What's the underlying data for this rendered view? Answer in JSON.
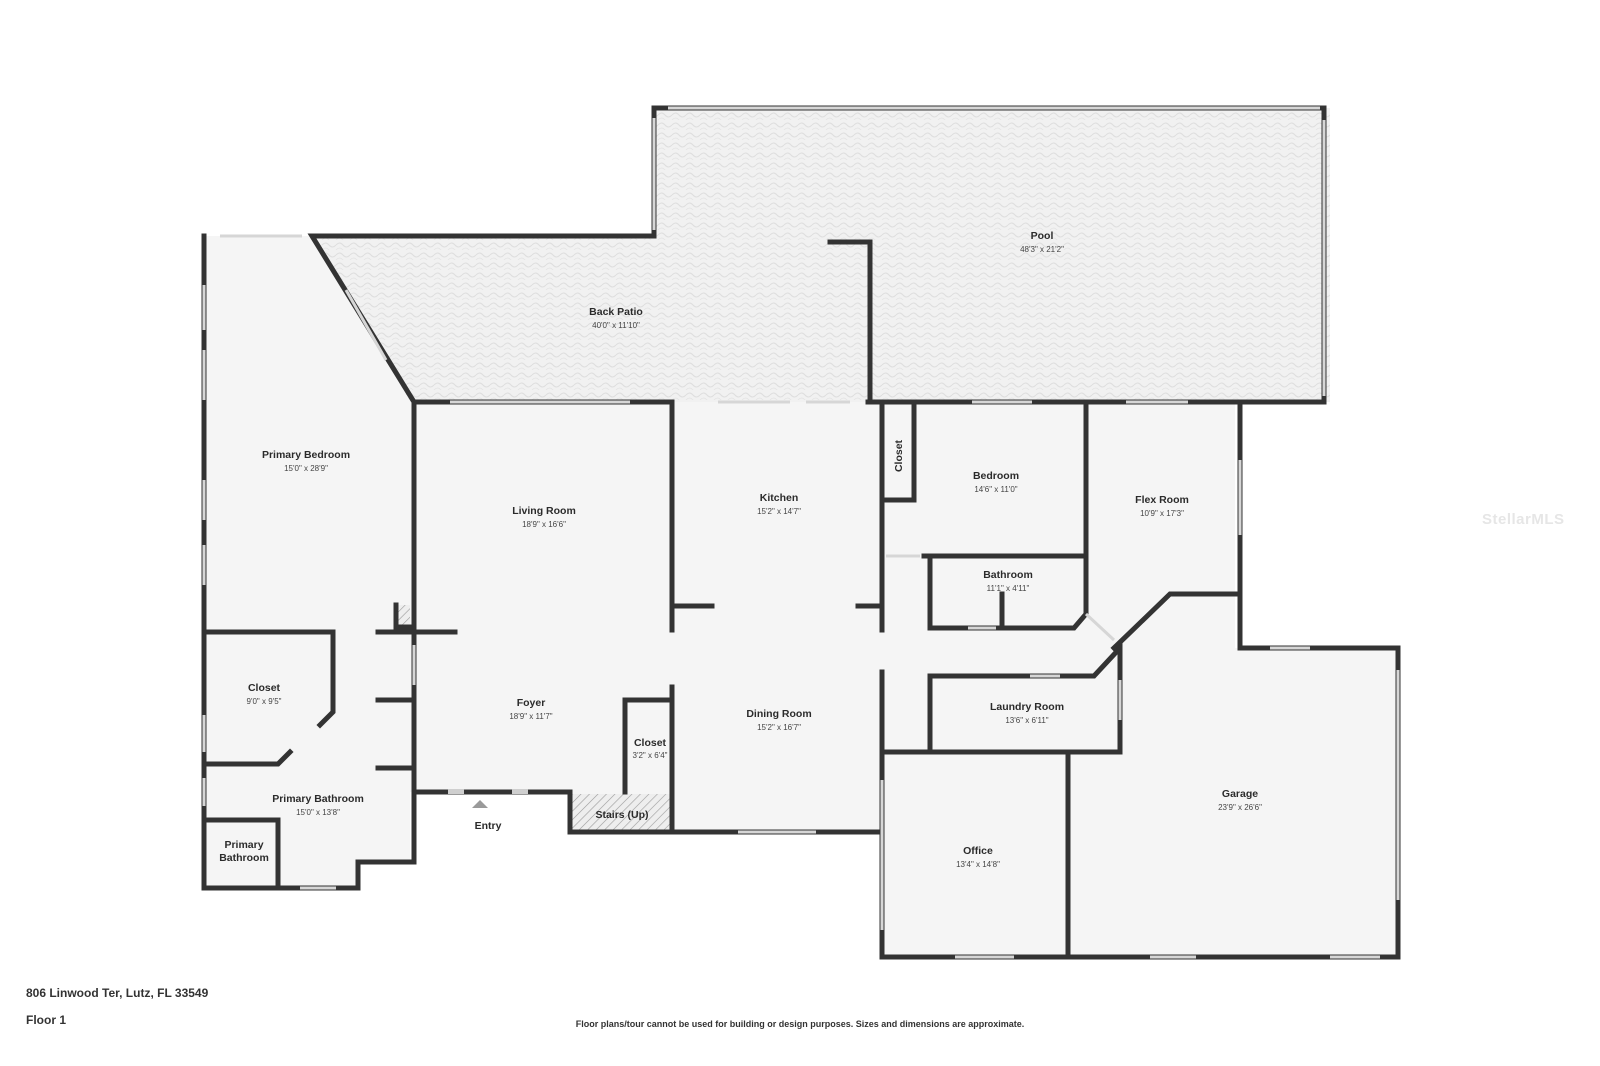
{
  "address": "806 Linwood Ter, Lutz, FL 33549",
  "floor_label": "Floor 1",
  "disclaimer": "Floor plans/tour cannot be used for building or design purposes. Sizes and dimensions are approximate.",
  "watermark": "StellarMLS",
  "entry_label": "Entry",
  "colors": {
    "wall": "#333333",
    "floor": "#f5f5f5",
    "window": "#d6d6d6",
    "text": "#2b2b2b"
  },
  "rooms": {
    "pool": {
      "name": "Pool",
      "dim": "48'3\" x 21'2\""
    },
    "back_patio": {
      "name": "Back Patio",
      "dim": "40'0\" x 11'10\""
    },
    "primary_bedroom": {
      "name": "Primary Bedroom",
      "dim": "15'0\" x 28'9\""
    },
    "living_room": {
      "name": "Living Room",
      "dim": "18'9\" x 16'6\""
    },
    "kitchen": {
      "name": "Kitchen",
      "dim": "15'2\" x 14'7\""
    },
    "closet_small": {
      "name": "Closet"
    },
    "bedroom": {
      "name": "Bedroom",
      "dim": "14'6\" x 11'0\""
    },
    "flex_room": {
      "name": "Flex Room",
      "dim": "10'9\" x 17'3\""
    },
    "bathroom": {
      "name": "Bathroom",
      "dim": "11'1\" x 4'11\""
    },
    "closet_primary": {
      "name": "Closet",
      "dim": "9'0\" x 9'5\""
    },
    "foyer": {
      "name": "Foyer",
      "dim": "18'9\" x 11'7\""
    },
    "closet_foyer": {
      "name": "Closet",
      "dim": "3'2\" x 6'4\""
    },
    "dining_room": {
      "name": "Dining Room",
      "dim": "15'2\" x 16'7\""
    },
    "laundry_room": {
      "name": "Laundry Room",
      "dim": "13'6\" x 6'11\""
    },
    "garage": {
      "name": "Garage",
      "dim": "23'9\" x 26'6\""
    },
    "primary_bathroom": {
      "name": "Primary Bathroom",
      "dim": "15'0\" x 13'8\""
    },
    "office": {
      "name": "Office",
      "dim": "13'4\" x 14'8\""
    },
    "stairs": {
      "name": "Stairs (Up)"
    },
    "primary_bathroom_2": {
      "name_line1": "Primary",
      "name_line2": "Bathroom"
    }
  }
}
